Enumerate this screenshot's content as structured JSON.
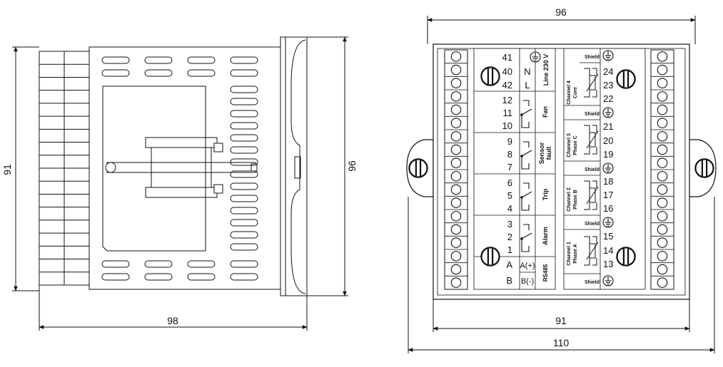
{
  "side_view": {
    "dims": {
      "height_body": "91",
      "height_front": "96",
      "depth": "98"
    }
  },
  "rear_view": {
    "dims": {
      "width_top": "96",
      "width_body": "91",
      "width_total": "110"
    },
    "power": {
      "terminals": [
        "41",
        "40",
        "42"
      ],
      "symbols": [
        "N",
        "L"
      ],
      "label": "Line 230 V"
    },
    "relays": [
      {
        "terminals": [
          "12",
          "11",
          "10"
        ],
        "label": "Fan"
      },
      {
        "terminals": [
          "9",
          "8",
          "7"
        ],
        "label_line1": "Sensor",
        "label_line2": "fault"
      },
      {
        "terminals": [
          "6",
          "5",
          "4"
        ],
        "label": "Trip"
      },
      {
        "terminals": [
          "3",
          "2",
          "1"
        ],
        "label": "Alarm"
      }
    ],
    "rs485": {
      "terminals": [
        "A",
        "B"
      ],
      "signals": [
        "A(+)",
        "B(-)"
      ],
      "label": "RS485"
    },
    "channels": [
      {
        "shield": "Shield",
        "terminals": [
          "24",
          "23",
          "22"
        ],
        "line1": "Channel 4",
        "line2": "Core"
      },
      {
        "shield": "Shield",
        "terminals": [
          "21",
          "20",
          "19"
        ],
        "line1": "Channel 3",
        "line2": "Phase C"
      },
      {
        "shield": "Shield",
        "terminals": [
          "18",
          "17",
          "16"
        ],
        "line1": "Channel 2",
        "line2": "Phase B"
      },
      {
        "shield": "Shield",
        "terminals": [
          "15",
          "14",
          "13"
        ],
        "line1": "Channel 1",
        "line2": "Phase A"
      }
    ],
    "bottom_shield": "Shield"
  }
}
